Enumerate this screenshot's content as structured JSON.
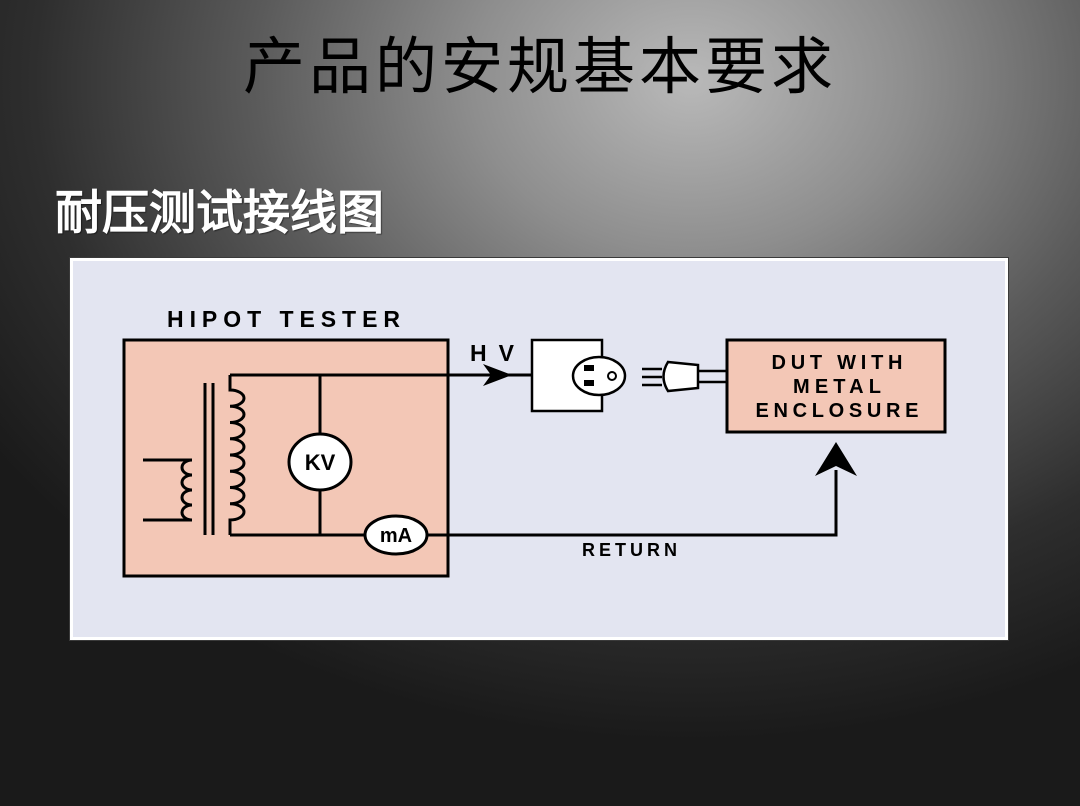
{
  "slide": {
    "title": "产品的安规基本要求",
    "subtitle": "耐压测试接线图"
  },
  "diagram": {
    "tester_label": "HIPOT TESTER",
    "hv_label": "HV",
    "kv_meter": "KV",
    "ma_meter": "mA",
    "return_label": "RETURN",
    "dut_lines": [
      "DUT WITH",
      "METAL",
      "ENCLOSURE"
    ],
    "icons": [
      "transformer-icon",
      "outlet-icon",
      "plug-icon"
    ]
  },
  "colors": {
    "title_text": "#000000",
    "subtitle_text": "#ffffff",
    "panel_fill": "#e3e5f1",
    "box_fill": "#f3c7b6",
    "line": "#000000"
  }
}
